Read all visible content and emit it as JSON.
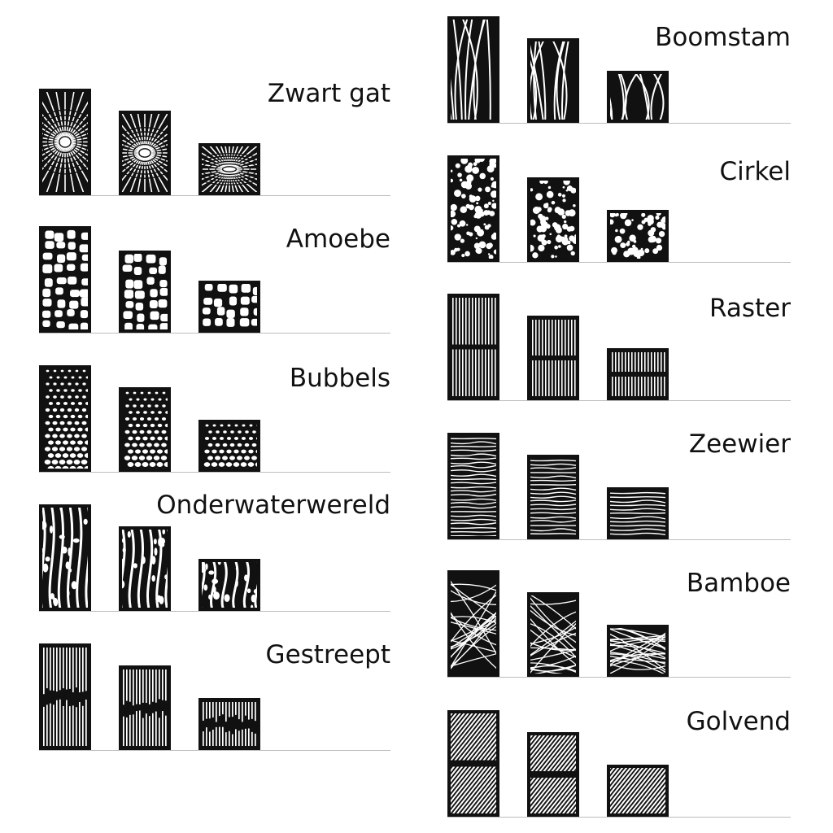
{
  "left_column": [
    {
      "label": "Zwart gat",
      "pattern": "black-hole"
    },
    {
      "label": "Amoebe",
      "pattern": "amoeba"
    },
    {
      "label": "Bubbels",
      "pattern": "bubbles"
    },
    {
      "label": "Onderwaterwereld",
      "pattern": "underwater"
    },
    {
      "label": "Gestreept",
      "pattern": "striped"
    }
  ],
  "right_column": [
    {
      "label": "Boomstam",
      "pattern": "tree"
    },
    {
      "label": "Cirkel",
      "pattern": "circles"
    },
    {
      "label": "Raster",
      "pattern": "grid"
    },
    {
      "label": "Zeewier",
      "pattern": "seaweed"
    },
    {
      "label": "Bamboe",
      "pattern": "bamboo"
    },
    {
      "label": "Golvend",
      "pattern": "wavy"
    }
  ],
  "colors": {
    "panel": "#111111",
    "cutout": "#ffffff",
    "baseline": "#bdbdbd",
    "text": "#111111"
  }
}
